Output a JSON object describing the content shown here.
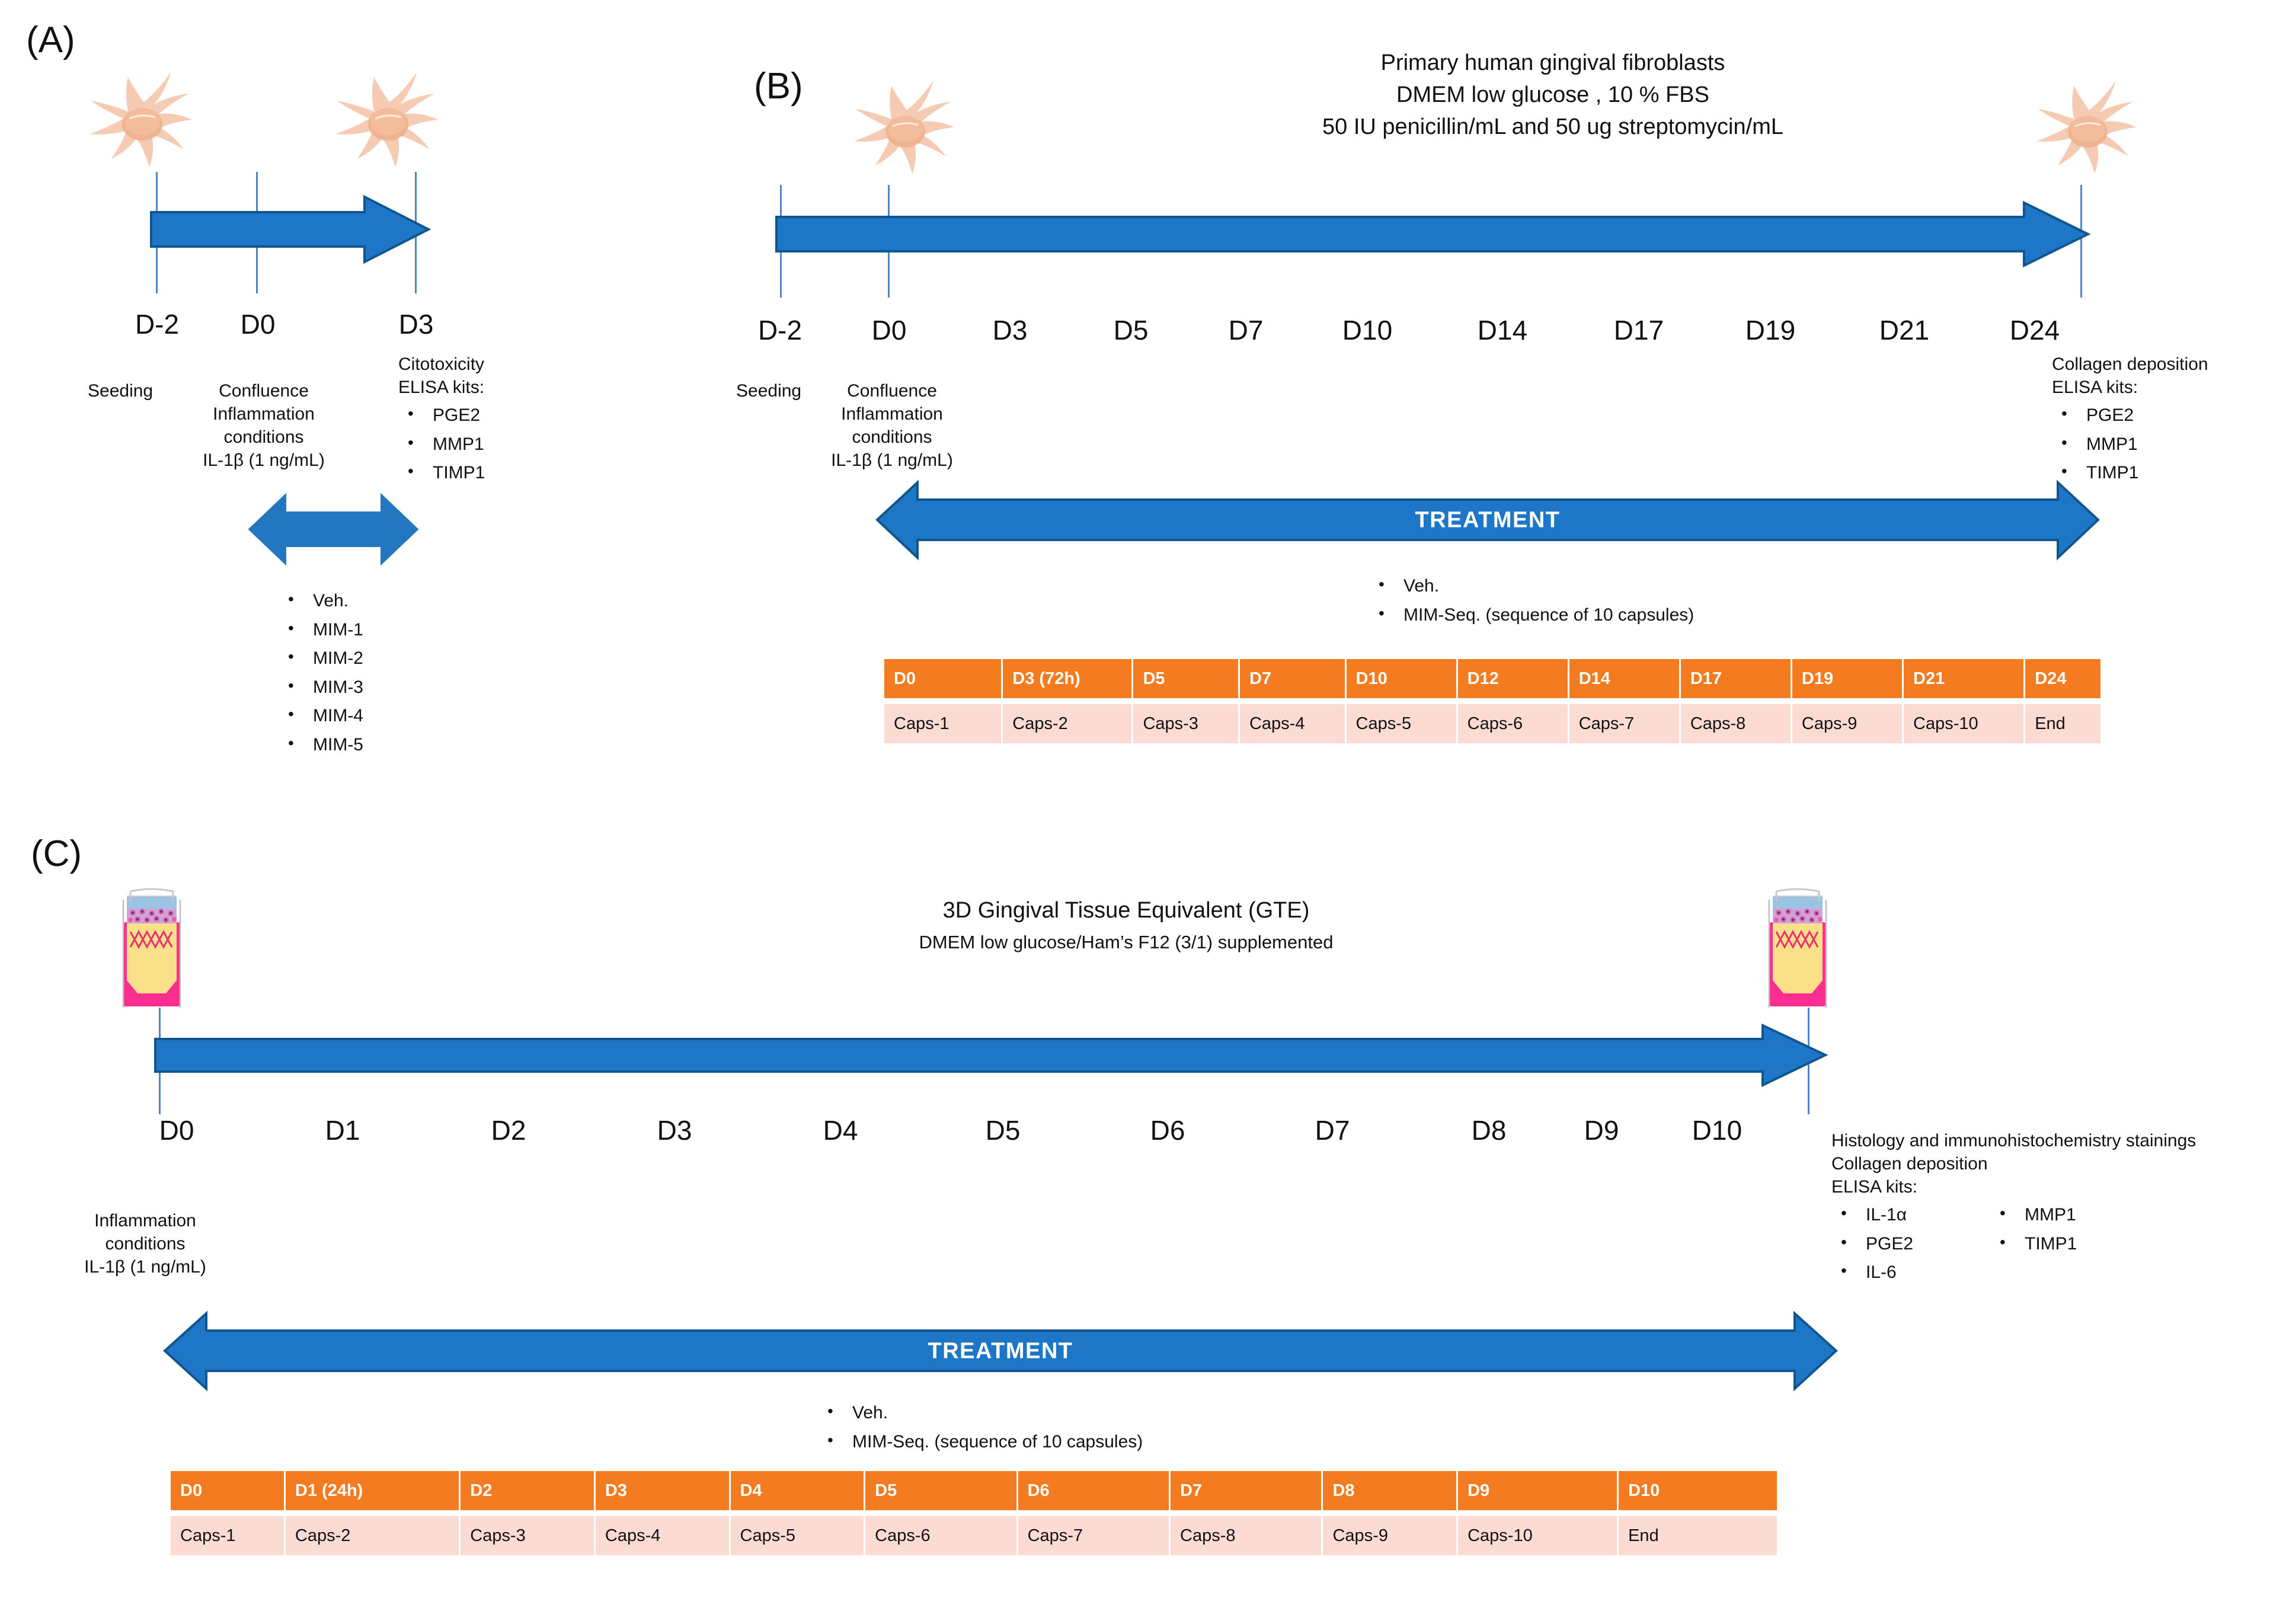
{
  "figure": {
    "panels": [
      "(A)",
      "(B)",
      "(C)"
    ]
  },
  "panelA": {
    "letter": "(A)",
    "timeline_days": [
      "D-2",
      "D0",
      "D3"
    ],
    "seeding_note": "Seeding",
    "confluence_note_lines": [
      "Confluence",
      "Inflammation",
      "conditions",
      "IL-1β (1 ng/mL)"
    ],
    "readout_title_lines": [
      "Citotoxicity",
      "ELISA kits:"
    ],
    "readout_bullets": [
      "PGE2",
      "MMP1",
      "TIMP1"
    ],
    "treatment_bullets": [
      "Veh.",
      "MIM-1",
      "MIM-2",
      "MIM-3",
      "MIM-4",
      "MIM-5"
    ]
  },
  "panelB": {
    "letter": "(B)",
    "header_lines": [
      "Primary human gingival fibroblasts",
      "DMEM low glucose , 10 % FBS",
      "50 IU penicillin/mL and 50 ug streptomycin/mL"
    ],
    "timeline_days": [
      "D-2",
      "D0",
      "D3",
      "D5",
      "D7",
      "D10",
      "D14",
      "D17",
      "D19",
      "D21",
      "D24"
    ],
    "seeding_note": "Seeding",
    "confluence_note_lines": [
      "Confluence",
      "Inflammation",
      "conditions",
      "IL-1β (1 ng/mL)"
    ],
    "readout_title_lines": [
      "Collagen deposition",
      "ELISA kits:"
    ],
    "readout_bullets": [
      "PGE2",
      "MMP1",
      "TIMP1"
    ],
    "treatment_label": "TREATMENT",
    "treatment_bullets": [
      "Veh.",
      "MIM-Seq.  (sequence of 10 capsules)"
    ],
    "table": {
      "header": [
        "D0",
        "D3 (72h)",
        "D5",
        "D7",
        "D10",
        "D12",
        "D14",
        "D17",
        "D19",
        "D21",
        "D24"
      ],
      "body": [
        "Caps-1",
        "Caps-2",
        "Caps-3",
        "Caps-4",
        "Caps-5",
        "Caps-6",
        "Caps-7",
        "Caps-8",
        "Caps-9",
        "Caps-10",
        "End"
      ]
    }
  },
  "panelC": {
    "letter": "(C)",
    "header_title": "3D Gingival Tissue Equivalent (GTE)",
    "header_subtitle": "DMEM low glucose/Ham’s F12 (3/1) supplemented",
    "timeline_days": [
      "D0",
      "D1",
      "D2",
      "D3",
      "D4",
      "D5",
      "D6",
      "D7",
      "D8",
      "D9",
      "D10"
    ],
    "inflammation_note_lines": [
      "Inflammation",
      "conditions",
      "IL-1β (1 ng/mL)"
    ],
    "readout_title_lines": [
      "Histology and immunohistochemistry stainings",
      "Collagen deposition",
      "ELISA kits:"
    ],
    "readout_bullets_col1": [
      "IL-1α",
      "PGE2",
      "IL-6"
    ],
    "readout_bullets_col2": [
      "MMP1",
      "TIMP1"
    ],
    "treatment_label": "TREATMENT",
    "treatment_bullets": [
      "Veh.",
      "MIM-Seq.  (sequence of 10 capsules)"
    ],
    "table": {
      "header": [
        "D0",
        "D1 (24h)",
        "D2",
        "D3",
        "D4",
        "D5",
        "D6",
        "D7",
        "D8",
        "D9",
        "D10"
      ],
      "body": [
        "Caps-1",
        "Caps-2",
        "Caps-3",
        "Caps-4",
        "Caps-5",
        "Caps-6",
        "Caps-7",
        "Caps-8",
        "Caps-9",
        "Caps-10",
        "End"
      ]
    }
  },
  "colors": {
    "arrow_blue": "#1D76C6",
    "arrow_blue_dark": "#11558F",
    "tick_blue": "#4E86C8",
    "table_header_orange": "#F47B20",
    "table_body_peach": "#FBDBD2",
    "cell_salmon": "#F6C9B2",
    "gte_medium_magenta": "#FA2E8E",
    "gte_collagen_yellow": "#FBE08A"
  },
  "icons": {
    "fibroblast": "fibroblast-cell-icon",
    "gte_insert": "gte-insert-icon"
  }
}
